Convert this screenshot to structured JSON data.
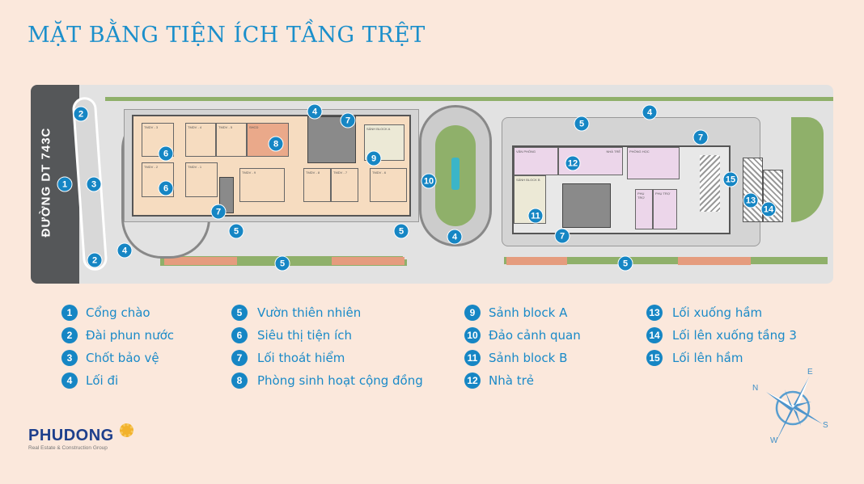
{
  "title": "MẶT BẰNG TIỆN ÍCH TẦNG TRỆT",
  "road_label": "ĐƯỜNG DT 743C",
  "colors": {
    "accent": "#1686c4",
    "background": "#fbe8dc",
    "retail": "#f6dcc0",
    "community": "#eaa98a",
    "kindergarten": "#ecd6ea",
    "lobby": "#ece9d6",
    "green": "#8fb06a",
    "logo_blue": "#1e3f8c",
    "logo_sun": "#f2b22c"
  },
  "rooms_block_a": [
    "TMDV - 3",
    "TMDV - 4",
    "TMDV - 5",
    "SHCD",
    "TMDV - 2",
    "TMDV - 1",
    "TMDV - 9",
    "TMDV - 8",
    "TMDV - 7",
    "TMDV - 6",
    "SẢNH BLOCK A"
  ],
  "rooms_block_b": [
    "VĂN PHÒNG",
    "NHÀ TRẺ",
    "PHÒNG HỌC",
    "SẢNH BLOCK B",
    "PHỤ TRỢ",
    "PHỤ TRỢ"
  ],
  "markers": [
    "1",
    "2",
    "3",
    "4",
    "5",
    "6",
    "7",
    "8",
    "9",
    "10",
    "11",
    "12",
    "13",
    "14",
    "15"
  ],
  "legend": [
    {
      "num": "1",
      "label": "Cổng chào"
    },
    {
      "num": "2",
      "label": "Đài phun nước"
    },
    {
      "num": "3",
      "label": "Chốt bảo vệ"
    },
    {
      "num": "4",
      "label": "Lối đi"
    },
    {
      "num": "5",
      "label": "Vườn thiên nhiên"
    },
    {
      "num": "6",
      "label": "Siêu thị tiện ích"
    },
    {
      "num": "7",
      "label": "Lối thoát hiểm"
    },
    {
      "num": "8",
      "label": "Phòng sinh hoạt cộng đồng"
    },
    {
      "num": "9",
      "label": "Sảnh block A"
    },
    {
      "num": "10",
      "label": "Đảo cảnh quan"
    },
    {
      "num": "11",
      "label": "Sảnh block B"
    },
    {
      "num": "12",
      "label": "Nhà trẻ"
    },
    {
      "num": "13",
      "label": "Lối xuống hầm"
    },
    {
      "num": "14",
      "label": "Lối lên xuống tầng 3"
    },
    {
      "num": "15",
      "label": "Lối lên hầm"
    }
  ],
  "compass": {
    "n": "N",
    "e": "E",
    "s": "S",
    "w": "W",
    "icon": "compass-rose-icon"
  },
  "logo": {
    "name": "PHUDONG",
    "tagline": "Real Estate & Construction Group",
    "icon": "sun-gear-icon"
  }
}
